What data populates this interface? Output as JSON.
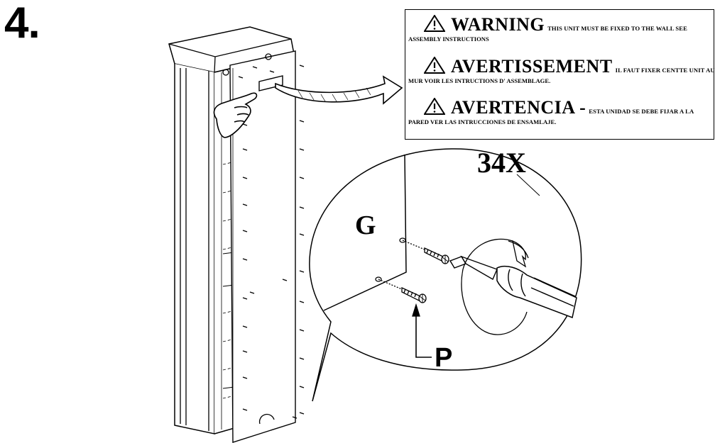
{
  "step": {
    "number": "4."
  },
  "warnings": [
    {
      "heading": "WARNING",
      "text_inline": "THIS UNIT MUST BE FIXED TO THE WALL SEE",
      "text_wrap": "ASSEMBLY INSTRUCTIONS"
    },
    {
      "heading": "AVERTISSEMENT",
      "text_inline": "IL FAUT FIXER CENTTE UNIT AU",
      "text_wrap": "MUR VOIR LES INTRUCTIONS D' ASSEMBLAGE."
    },
    {
      "heading": "AVERTENCIA -",
      "text_inline": "ESTA UNIDAD SE DEBE FIJAR A LA",
      "text_wrap": "PARED VER LAS INTRUCCIONES DE ENSAMLAJE."
    }
  ],
  "detail": {
    "quantity": "34X",
    "panel_label": "G",
    "screw_label": "P"
  },
  "icons": {
    "warning": "warning-triangle-icon",
    "hand": "pointing-hand-icon",
    "arrow": "curved-arrow-icon",
    "screwdriver": "screwdriver-icon",
    "rotation": "rotation-arrow-icon"
  },
  "colors": {
    "ink": "#000000",
    "paper": "#ffffff"
  }
}
